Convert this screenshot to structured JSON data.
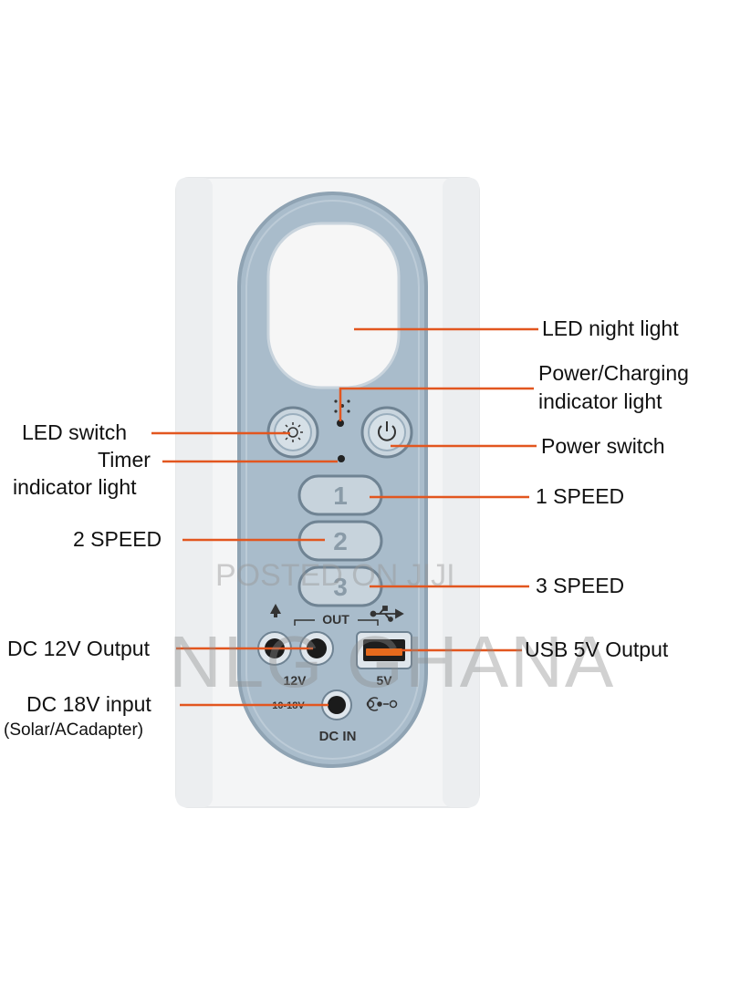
{
  "labels": {
    "led_night_light": "LED night light",
    "power_charging_1": "Power/Charging",
    "power_charging_2": "indicator light",
    "led_switch": "LED switch",
    "timer_1": "Timer",
    "timer_2": "indicator light",
    "power_switch": "Power switch",
    "speed_1": "1 SPEED",
    "speed_2": "2 SPEED",
    "speed_3": "3 SPEED",
    "dc12v_output": "DC 12V Output",
    "usb5v_output": "USB 5V Output",
    "dc18v_input": "DC 18V input",
    "dc18v_note": "(Solar/ACadapter)"
  },
  "panel": {
    "button_1": "1",
    "button_2": "2",
    "button_3": "3",
    "out_label": "OUT",
    "v12": "12V",
    "v5": "5V",
    "dc_range": "10-18V",
    "dc_in": "DC IN"
  },
  "watermark": {
    "posted": "POSTED ON JIJI",
    "brand": "NLG GHANA"
  },
  "colors": {
    "leader_line": "#e2561f",
    "panel_fill": "#a9bccb",
    "panel_border": "#8fa3b3",
    "background": "#ffffff"
  }
}
